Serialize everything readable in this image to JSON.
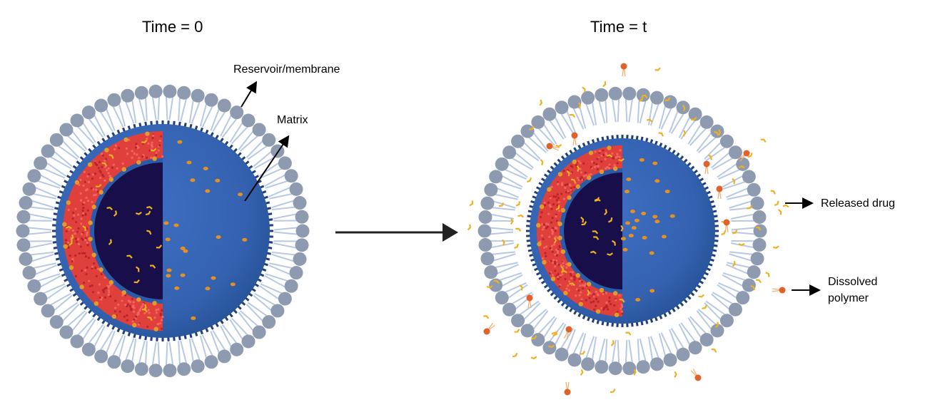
{
  "titles": {
    "before": "Time = 0",
    "after": "Time = t"
  },
  "labels": {
    "reservoir": "Reservoir/membrane",
    "matrix": "Matrix",
    "released_drug": "Released drug",
    "dissolved_polymer_line1": "Dissolved",
    "dissolved_polymer_line2": "polymer"
  },
  "colors": {
    "lipid_head": "#8e9ab0",
    "lipid_tail": "#b7c9e3",
    "matrix_blue": "#3a67b8",
    "matrix_dark": "#1f4a8c",
    "core": "#180f4a",
    "reservoir_red": "#e0403c",
    "drug": "#f0b020",
    "polymer": "#e0622a"
  }
}
